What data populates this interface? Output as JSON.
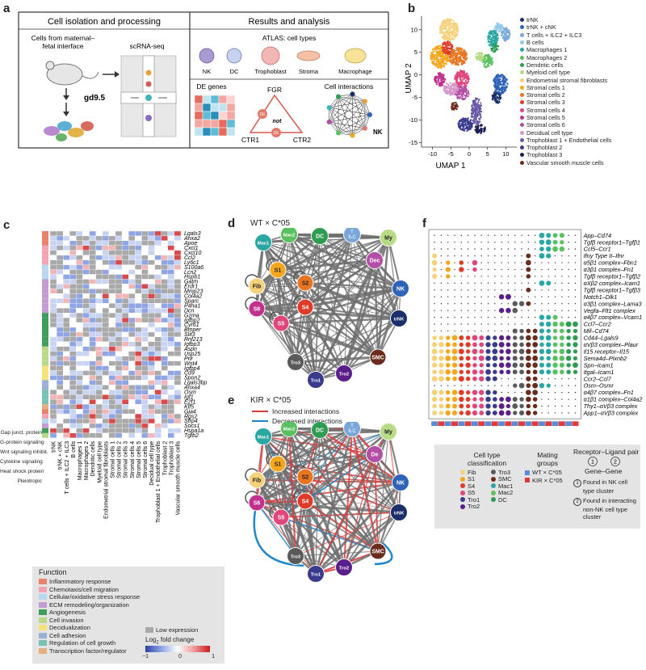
{
  "panels": {
    "a": "a",
    "b": "b",
    "c": "c",
    "d": "d",
    "e": "e",
    "f": "f"
  },
  "panel_a": {
    "left_title": "Cell isolation and processing",
    "right_title": "Results and analysis",
    "cells_from": "Cells from maternal–",
    "cells_from2": "fetal interface",
    "scrnaseq": "scRNA-seq",
    "gd": "gd9.5",
    "atlas": "ATLAS: cell types",
    "cell_types": [
      "NK",
      "DC",
      "Trophoblast",
      "Stroma",
      "Macrophage"
    ],
    "de_genes": "DE genes",
    "fgr": "FGR",
    "ctr1": "CTR1",
    "ctr2": "CTR2",
    "de": "DE",
    "not": "not",
    "cell_interactions": "Cell interactions",
    "nk": "NK"
  },
  "panel_b": {
    "xlabel": "UMAP 1",
    "ylabel": "UMAP 2",
    "xticks": [
      "-10",
      "-5",
      "0",
      "5",
      "10"
    ],
    "yticks": [
      "10",
      "5",
      "0",
      "-5",
      "-10",
      "-15"
    ],
    "legend": [
      {
        "name": "trNK",
        "color": "#1b2f6b"
      },
      {
        "name": "trNK + cNK",
        "color": "#2f63b8"
      },
      {
        "name": "T cells + ILC2 + ILC3",
        "color": "#79a7d9"
      },
      {
        "name": "B cells",
        "color": "#8fc8e8"
      },
      {
        "name": "Macrophages 1",
        "color": "#2aa7a3"
      },
      {
        "name": "Macrophages 2",
        "color": "#5bc05f"
      },
      {
        "name": "Dendritic cells",
        "color": "#2e9c53"
      },
      {
        "name": "Myeloid cell type",
        "color": "#b8db86"
      },
      {
        "name": "Endometrial stromal fibroblasts",
        "color": "#f5d27a"
      },
      {
        "name": "Stromal cells 1",
        "color": "#f4a71d"
      },
      {
        "name": "Stromal cells 2",
        "color": "#e8751f"
      },
      {
        "name": "Stromal cells 3",
        "color": "#df3b2a"
      },
      {
        "name": "Stromal cells 4",
        "color": "#e0457b"
      },
      {
        "name": "Stromal cells 5",
        "color": "#c2318e"
      },
      {
        "name": "Stromal cells 6",
        "color": "#b44fa6"
      },
      {
        "name": "Decidual cell type",
        "color": "#d497c8"
      },
      {
        "name": "Trophoblast 1 + Endothelial cells",
        "color": "#6a5aa8"
      },
      {
        "name": "Trophoblast 2",
        "color": "#3b3b8e"
      },
      {
        "name": "Trophoblast 3",
        "color": "#1d1e55"
      },
      {
        "name": "Vascular smooth muscle cells",
        "color": "#6b2c1e"
      }
    ]
  },
  "panel_c": {
    "genes": [
      "Lgals3",
      "Anxa2",
      "Apoe",
      "Cxcl1",
      "Cxcl10",
      "Ccl2",
      "Ly6c1",
      "S100a6",
      "Lcn2",
      "Hspb1",
      "Gatm",
      "Erdr1",
      "Mmp23",
      "Col4a2",
      "Sparc",
      "P4ha1",
      "Dcn",
      "Gzma",
      "Igfbp2",
      "Cyr61",
      "Bmper",
      "Slit3",
      "Rnf213",
      "Igfbp3",
      "Aspn",
      "Usp25",
      "Prlr",
      "Wnt4",
      "Igfbp4",
      "Cd9",
      "Spon2",
      "Lgals3bp",
      "Anxa4",
      "Osm",
      "Igf1",
      "E2f1",
      "Klf5",
      "Gja4",
      "Rgs2",
      "Sfrp4",
      "Socs1",
      "Hspa1a",
      "Tgfb2"
    ],
    "columns": [
      "trNK",
      "trNK + cNK",
      "T cells + ILC2 + ILC3",
      "B cells",
      "Macrophages 1",
      "Macrophages 2",
      "Dendritic cells",
      "Myeloid cell type",
      "Endometrial stromal fibroblasts",
      "Stromal cells 1",
      "Stromal cells 2",
      "Stromal cells 3",
      "Stromal cells 4",
      "Stromal cells 5",
      "Stromal cells 6",
      "Decidual cell type",
      "Trophoblast 1 + Endothelial cells",
      "Trophoblast 2",
      "Trophoblast 3",
      "Vascular smooth muscle cells"
    ],
    "function_labels": [
      "Gap junct. protein",
      "G-protein signaling",
      "Wnt signaling inhibit.",
      "Cytokine signaling",
      "Heat shock protein",
      "Pleiotropic"
    ],
    "legend_title": "Function",
    "functions": [
      {
        "name": "Inflammatory response",
        "color": "#e8826b"
      },
      {
        "name": "Chemotaxis/cell migration",
        "color": "#f4a3b5"
      },
      {
        "name": "Cellular/oxidative stress response",
        "color": "#b7d7ee"
      },
      {
        "name": "ECM remodeling/organization",
        "color": "#c59bd3"
      },
      {
        "name": "Angiogenesis",
        "color": "#3f9e5b"
      },
      {
        "name": "Cell invasion",
        "color": "#b9d98a"
      },
      {
        "name": "Decidualization",
        "color": "#f6e27a"
      },
      {
        "name": "Cell adhesion",
        "color": "#9ab0d6"
      },
      {
        "name": "Regulation of cell growth",
        "color": "#78c0b4"
      },
      {
        "name": "Transcription factor/regulator",
        "color": "#e4b07f"
      }
    ],
    "low_expression": "Low expression",
    "log2fc": "Log",
    "log2fc_sub": "2",
    "log2fc_rest": " fold change",
    "scale_ticks": [
      "−1",
      "0",
      "1"
    ]
  },
  "panel_d": {
    "title": "WT × C*05"
  },
  "panel_e": {
    "title": "KIR × C*05",
    "increased": "Increased interactions",
    "decreased": "Decreased interactions"
  },
  "network_nodes": [
    {
      "id": "Fib",
      "label": "Fib",
      "color": "#f5d27a",
      "tc": "#222"
    },
    {
      "id": "S1",
      "label": "S1",
      "color": "#f4a71d",
      "tc": "#222"
    },
    {
      "id": "S2",
      "label": "S2",
      "color": "#e8751f",
      "tc": "#222"
    },
    {
      "id": "S4",
      "label": "S4",
      "color": "#df3b2a",
      "tc": "#fff"
    },
    {
      "id": "S5",
      "label": "S5",
      "color": "#e0457b",
      "tc": "#fff"
    },
    {
      "id": "S6",
      "label": "S6",
      "color": "#c2318e",
      "tc": "#fff"
    },
    {
      "id": "Mac1",
      "label": "Mac1",
      "color": "#2aa7a3",
      "tc": "#fff"
    },
    {
      "id": "Mac2",
      "label": "Mac2",
      "color": "#5bc05f",
      "tc": "#fff"
    },
    {
      "id": "DC",
      "label": "DC",
      "color": "#2e9c53",
      "tc": "#fff"
    },
    {
      "id": "T",
      "label": "T ILC",
      "color": "#79a7d9",
      "tc": "#fff"
    },
    {
      "id": "My",
      "label": "My",
      "color": "#b8db86",
      "tc": "#222"
    },
    {
      "id": "Dec",
      "label": "Dec",
      "color": "#b44fa6",
      "tc": "#fff"
    },
    {
      "id": "NK",
      "label": "NK",
      "color": "#2f63b8",
      "tc": "#fff"
    },
    {
      "id": "trNK",
      "label": "trNK",
      "color": "#1b2f6b",
      "tc": "#fff"
    },
    {
      "id": "SMC",
      "label": "SMC",
      "color": "#6b2c1e",
      "tc": "#fff"
    },
    {
      "id": "Tro1",
      "label": "Tro1",
      "color": "#3b3b8e",
      "tc": "#fff"
    },
    {
      "id": "Tro2",
      "label": "Tro2",
      "color": "#5a1f8a",
      "tc": "#fff"
    },
    {
      "id": "Tro3",
      "label": "Tro3",
      "color": "#5a5a5a",
      "tc": "#fff"
    }
  ],
  "panel_e_dec_label": "De",
  "panel_f": {
    "pairs": [
      "App–Cd74",
      "Tgfβ receptor1–Tgfβ1",
      "Ccl5–Ccr1",
      "Ifny Type II–Ifnr",
      "α5β1 complex–Fbn1",
      "α3β1 complex–Fn1",
      "Tgfβ receptor1–Tgfβ2",
      "αXβ2 complex–Icam1",
      "Tgfβ receptor1–Tgfβ3",
      "Notch1–Dlk1",
      "α3β1 complex–Lama3",
      "Vegfa–Flt1 complex",
      "α4β7 complex–Vcam1",
      "Ccl7–Ccr2",
      "Mif–Cd74",
      "Cd44–Lgals9",
      "αVβ3 complex–Plaur",
      "Il15 receptor–Il15",
      "Sema4d–Plxnb2",
      "Spn–Icam1",
      "Itgal–Icam1",
      "Ccr2–Ccl7",
      "Osm–Osmr",
      "α4β7 complex–Fn1",
      "α1β1 complex–Col4a2",
      "Thy1–αVβ3 complex",
      "App1–αVβ3 complex"
    ],
    "columns": [
      "Fib",
      "Fib",
      "S1",
      "S1",
      "S4",
      "S4",
      "S5",
      "S5",
      "Tro1",
      "Tro1",
      "Tro2",
      "Tro2",
      "Tro3",
      "Tro3",
      "SMC",
      "SMC",
      "Mac1",
      "Mac1",
      "Mac2",
      "Mac2",
      "DC",
      "DC"
    ],
    "legend_celltype": "Cell type",
    "legend_celltype2": "classification",
    "celltypes": [
      {
        "name": "Fib",
        "color": "#f5d27a"
      },
      {
        "name": "Tro3",
        "color": "#5a5a5a"
      },
      {
        "name": "S1",
        "color": "#f4a71d"
      },
      {
        "name": "SMC",
        "color": "#6b2c1e"
      },
      {
        "name": "S4",
        "color": "#df3b2a"
      },
      {
        "name": "Mac1",
        "color": "#2aa7a3"
      },
      {
        "name": "S5",
        "color": "#e0457b"
      },
      {
        "name": "Mac2",
        "color": "#5bc05f"
      },
      {
        "name": "Tro1",
        "color": "#3b3b8e"
      },
      {
        "name": "DC",
        "color": "#2e9c53"
      },
      {
        "name": "Tro2",
        "color": "#5a1f8a"
      }
    ],
    "mating_title": "Mating",
    "mating_title2": "groups",
    "mating": [
      {
        "name": "WT × C*05",
        "color": "#5b8bd6"
      },
      {
        "name": "KIR × C*05",
        "color": "#e03a3a"
      }
    ],
    "rl_title": "Receptor–Ligand pair",
    "rl_one": "1",
    "rl_two": "2",
    "gene_gene": "Gene–Gene",
    "rl_note1": "Found in NK cell",
    "rl_note1b": "type cluster",
    "rl_note2": "Found in interacting",
    "rl_note2b": "non-NK cell type",
    "rl_note2c": "cluster"
  }
}
